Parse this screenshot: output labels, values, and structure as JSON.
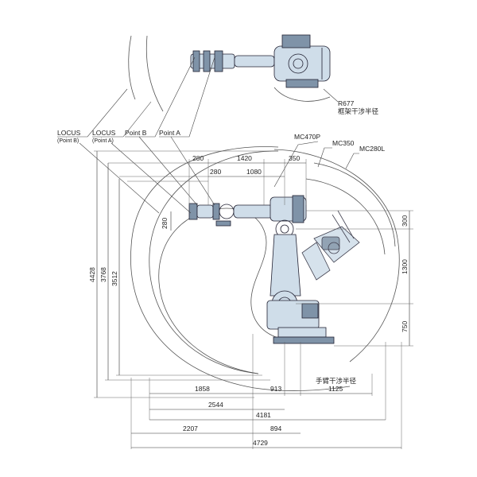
{
  "labels": {
    "locus_b": "LOCUS",
    "locus_b_sub": "(Point B)",
    "locus_a": "LOCUS",
    "locus_a_sub": "(Point A)",
    "point_b": "Point B",
    "point_a": "Point A",
    "mc470p": "MC470P",
    "mc350": "MC350",
    "mc280l": "MC280L",
    "r677": "R677",
    "frame_interference": "框架干涉半径",
    "arm_interference": "手臂干涉半径"
  },
  "dimensions": {
    "top_280": "280",
    "top_1420": "1420",
    "top_350": "350",
    "top_280b": "280",
    "top_1080": "1080",
    "left_280": "280",
    "h_4428": "4428",
    "h_3768": "3768",
    "h_3512": "3512",
    "r_300": "300",
    "r_1300": "1300",
    "r_750": "750",
    "b_1858": "1858",
    "b_913": "913",
    "b_1125": "1125",
    "b_2544": "2544",
    "b_4181": "4181",
    "b_2207": "2207",
    "b_894": "894",
    "b_4729": "4729"
  },
  "colors": {
    "robot_body": "#cfdde9",
    "robot_shade": "#7f93a8",
    "lines": "#333333"
  },
  "icons": {
    "robot_top_view": "robot-top-view-icon",
    "robot_side_view": "robot-side-view-icon",
    "robot_folded_arm": "robot-folded-arm-icon"
  }
}
